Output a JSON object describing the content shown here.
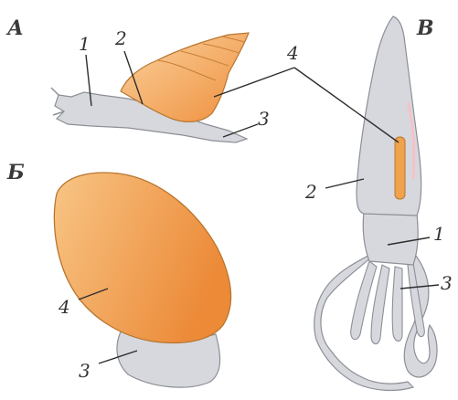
{
  "panels": {
    "a": "А",
    "b": "Б",
    "c": "В"
  },
  "labels": {
    "a1": "1",
    "a2": "2",
    "a3": "3",
    "shared4": "4",
    "b4": "4",
    "b3": "3",
    "c2": "2",
    "c1": "1",
    "c3": "3"
  },
  "colors": {
    "body_gray": "#d6d8de",
    "body_stroke": "#8d8f96",
    "shell_orange": "#f2a55a",
    "shell_light": "#f9c990",
    "shell_stroke": "#b8762e",
    "line": "#2e2e2e",
    "pink": "#f4c3c9"
  }
}
